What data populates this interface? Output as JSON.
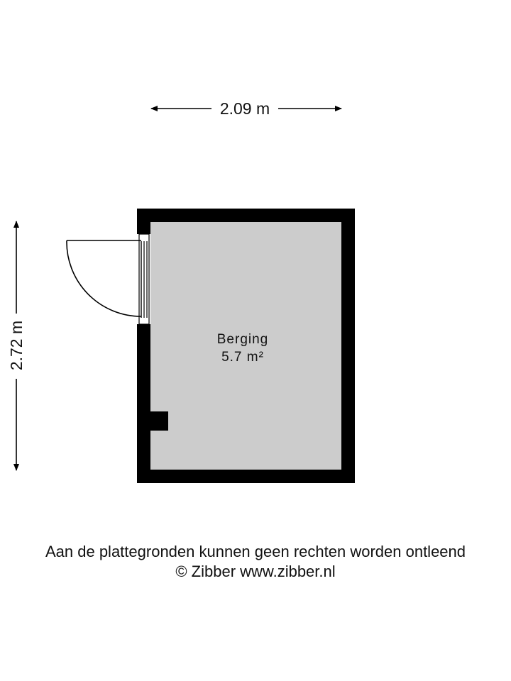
{
  "dimensions": {
    "width_label": "2.09 m",
    "height_label": "2.72 m"
  },
  "room": {
    "name": "Berging",
    "area": "5.7 m²",
    "fill_color": "#cccccc",
    "wall_color": "#000000"
  },
  "footer": {
    "disclaimer": "Aan de plattegronden kunnen geen rechten worden ontleend",
    "copyright": "© Zibber www.zibber.nl"
  }
}
